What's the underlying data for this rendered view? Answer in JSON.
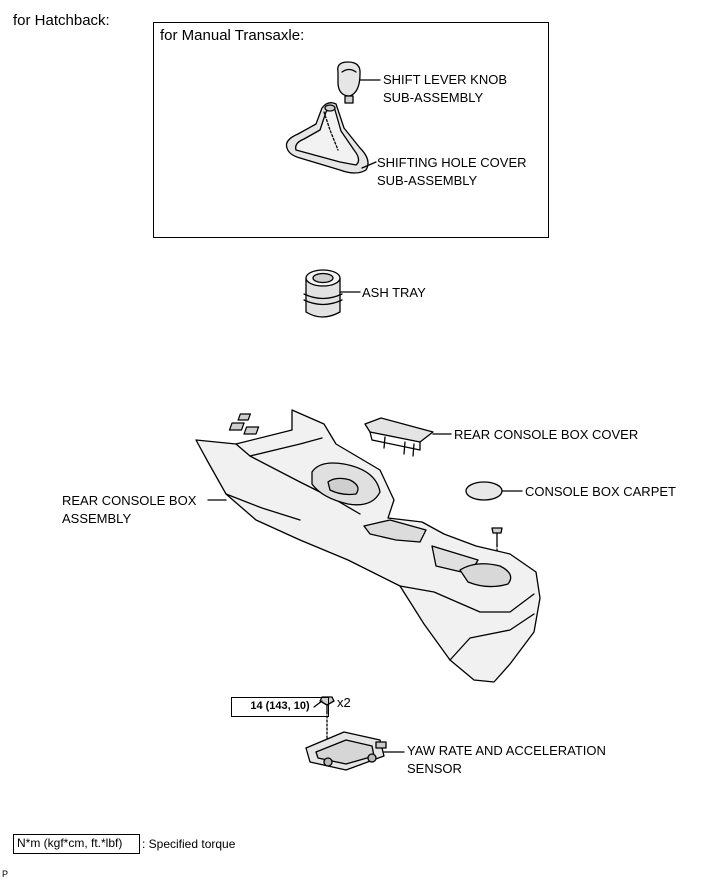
{
  "header": {
    "variant": "for Hatchback:"
  },
  "inset": {
    "title": "for Manual Transaxle:"
  },
  "parts": {
    "shift_knob": {
      "line1": "SHIFT LEVER KNOB",
      "line2": "SUB-ASSEMBLY"
    },
    "shift_cover": {
      "line1": "SHIFTING HOLE COVER",
      "line2": "SUB-ASSEMBLY"
    },
    "ash_tray": {
      "label": "ASH TRAY"
    },
    "rear_cover": {
      "label": "REAR CONSOLE BOX COVER"
    },
    "carpet": {
      "label": "CONSOLE BOX CARPET"
    },
    "rear_box": {
      "line1": "REAR CONSOLE BOX",
      "line2": "ASSEMBLY"
    },
    "yaw_sensor": {
      "line1": "YAW RATE AND ACCELERATION",
      "line2": "SENSOR"
    }
  },
  "torque": {
    "value": "14 (143, 10)",
    "qty": "x2"
  },
  "legend": {
    "units": "N*m (kgf*cm, ft.*lbf)",
    "text": ": Specified torque"
  },
  "footer": {
    "mark": "P"
  }
}
